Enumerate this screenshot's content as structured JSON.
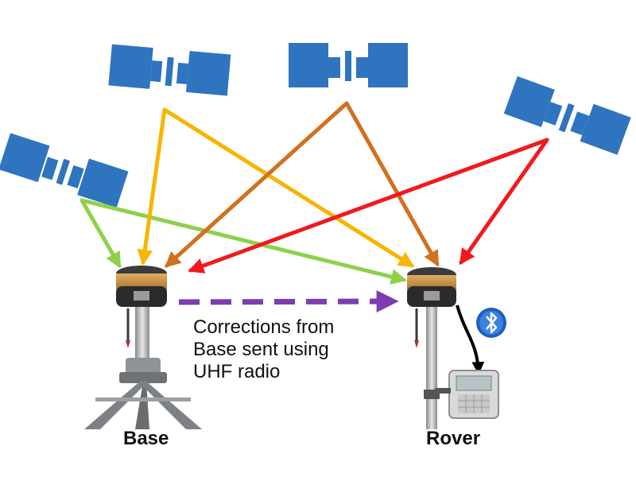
{
  "caption": {
    "line1": "Corrections from",
    "line2": "Base sent using",
    "line3": "UHF radio"
  },
  "stations": {
    "base": "Base",
    "rover": "Rover"
  },
  "colors": {
    "satellite": "#2f74be",
    "green": "#8dd14a",
    "yellow": "#f7b500",
    "orange": "#d2701e",
    "red": "#f0191c",
    "radio_link": "#7b3db0",
    "bluetooth": "#1e5fbf",
    "receiver_body": "#c98a3a"
  },
  "icons": [
    "satellite-icon",
    "gnss-receiver-icon",
    "tripod-icon",
    "bluetooth-icon",
    "data-collector-icon",
    "antenna-icon"
  ]
}
